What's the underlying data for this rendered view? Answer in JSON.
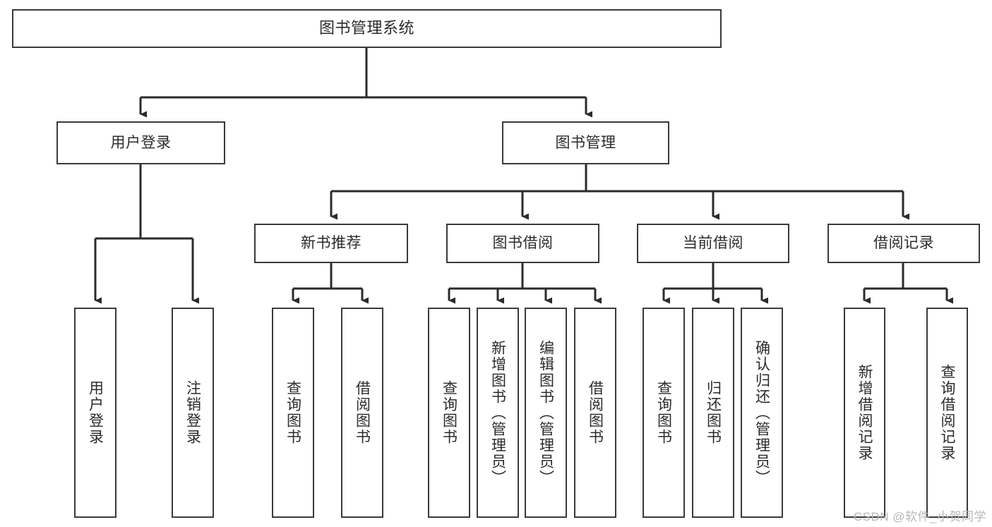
{
  "diagram": {
    "title": "图书管理系统",
    "watermark": "CSDN @软件_小贺同学",
    "colors": {
      "border": "#3a3a3a",
      "box_fill": "#ffffff",
      "text": "#2b2b2b",
      "edge": "#2b2b2b",
      "watermark": "#b8b8b8",
      "background": "#ffffff"
    },
    "nodes": {
      "root": {
        "label": "图书管理系统"
      },
      "level2": [
        {
          "id": "user-login",
          "label": "用户登录"
        },
        {
          "id": "book-manage",
          "label": "图书管理"
        }
      ],
      "level3": [
        {
          "id": "new-book-recommend",
          "label": "新书推荐"
        },
        {
          "id": "book-borrow",
          "label": "图书借阅"
        },
        {
          "id": "current-borrow",
          "label": "当前借阅"
        },
        {
          "id": "borrow-record",
          "label": "借阅记录"
        }
      ],
      "leaves": {
        "user_login": [
          {
            "id": "leaf-user-login",
            "label": "用户登录"
          },
          {
            "id": "leaf-logout",
            "label": "注销登录"
          }
        ],
        "new_book_recommend": [
          {
            "id": "leaf-query-book-1",
            "label": "查询图书"
          },
          {
            "id": "leaf-borrow-book-1",
            "label": "借阅图书"
          }
        ],
        "book_borrow": [
          {
            "id": "leaf-query-book-2",
            "label": "查询图书"
          },
          {
            "id": "leaf-add-book",
            "label": "新增图书（管理员）"
          },
          {
            "id": "leaf-edit-book",
            "label": "编辑图书（管理员）"
          },
          {
            "id": "leaf-borrow-book-2",
            "label": "借阅图书"
          }
        ],
        "current_borrow": [
          {
            "id": "leaf-query-book-3",
            "label": "查询图书"
          },
          {
            "id": "leaf-return-book",
            "label": "归还图书"
          },
          {
            "id": "leaf-confirm-return",
            "label": "确认归还（管理员）"
          }
        ],
        "borrow_record": [
          {
            "id": "leaf-add-record",
            "label": "新增借阅记录"
          },
          {
            "id": "leaf-query-record",
            "label": "查询借阅记录"
          }
        ]
      }
    }
  }
}
